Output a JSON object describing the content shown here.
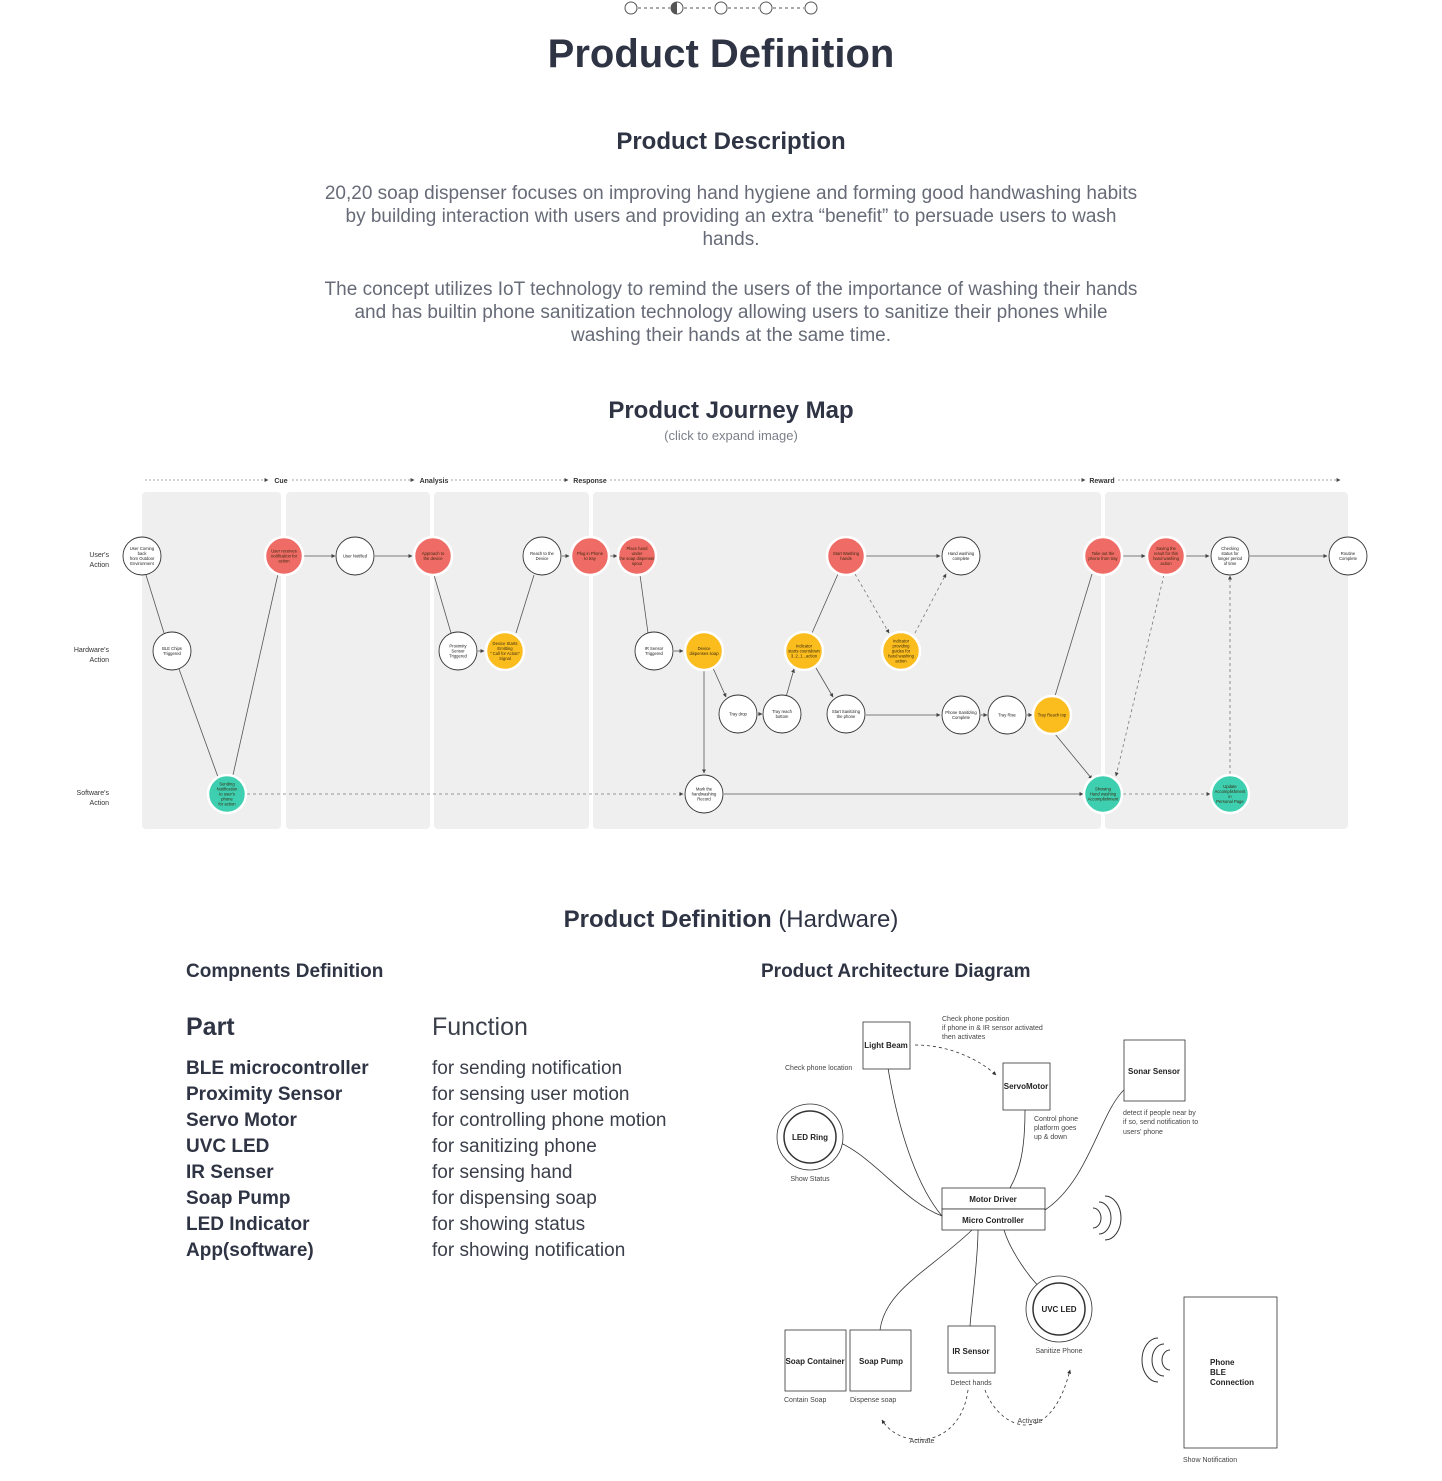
{
  "header": {
    "title": "Product Definition"
  },
  "description": {
    "title": "Product Description",
    "paragraph1": "20,20 soap dispenser focuses on improving hand hygiene and forming good handwashing habits by building interaction with users and providing an extra “benefit” to persuade users to wash hands.",
    "paragraph2": "The concept utilizes IoT technology to remind the users of the importance of washing their hands and has builtin phone sanitization technology allowing users to sanitize their phones while washing their hands at the same time."
  },
  "journey": {
    "title": "Product Journey Map",
    "subtitle": "(click to expand image)",
    "phases": [
      "Cue",
      "Analysis",
      "Response",
      "Reward"
    ],
    "rows": [
      [
        "User's",
        "Action"
      ],
      [
        "Hardware's",
        "Action"
      ],
      [
        "Software's",
        "Action"
      ]
    ],
    "nodes": [
      {
        "id": "n1",
        "lines": [
          "User Coming",
          "back",
          "from Outdoor",
          "Environment"
        ],
        "color": "#ffffff"
      },
      {
        "id": "n2",
        "lines": [
          "BLE Chips",
          "Triggered"
        ],
        "color": "#ffffff"
      },
      {
        "id": "n3",
        "lines": [
          "Sending",
          "Notification",
          "to user's",
          "phone",
          "for action"
        ],
        "color": "#3ecfb0"
      },
      {
        "id": "n4",
        "lines": [
          "User receives",
          "notification for",
          "action"
        ],
        "color": "#ef6b65"
      },
      {
        "id": "n5",
        "lines": [
          "User Notified"
        ],
        "color": "#ffffff"
      },
      {
        "id": "n6",
        "lines": [
          "Approach to",
          "the device"
        ],
        "color": "#ef6b65"
      },
      {
        "id": "n7",
        "lines": [
          "Proximity",
          "Sensor",
          "Triggered"
        ],
        "color": "#ffffff"
      },
      {
        "id": "n8",
        "lines": [
          "Device Starts",
          "Emitting",
          "\" Call for Action\"",
          "Signal"
        ],
        "color": "#fbbd1e"
      },
      {
        "id": "n9",
        "lines": [
          "Reach to the",
          "Device"
        ],
        "color": "#ffffff"
      },
      {
        "id": "n10",
        "lines": [
          "Plug in Phone",
          "to tray"
        ],
        "color": "#ef6b65"
      },
      {
        "id": "n11",
        "lines": [
          "Place hand",
          "under",
          "the soap dispenser",
          "spout"
        ],
        "color": "#ef6b65"
      },
      {
        "id": "n12",
        "lines": [
          "IR Sensor",
          "Triggered"
        ],
        "color": "#ffffff"
      },
      {
        "id": "n13",
        "lines": [
          "Device",
          "dispenses soap"
        ],
        "color": "#fbbd1e"
      },
      {
        "id": "n14",
        "lines": [
          "Tray drop"
        ],
        "color": "#ffffff"
      },
      {
        "id": "n15",
        "lines": [
          "Tray reach",
          "bottom"
        ],
        "color": "#ffffff"
      },
      {
        "id": "n16",
        "lines": [
          "Indicator",
          "starts countdown",
          "3..2..1...action"
        ],
        "color": "#fbbd1e"
      },
      {
        "id": "n17",
        "lines": [
          "Start Sanitizing",
          "the phone"
        ],
        "color": "#ffffff"
      },
      {
        "id": "n18",
        "lines": [
          "Start Washing",
          "hands"
        ],
        "color": "#ef6b65"
      },
      {
        "id": "n19",
        "lines": [
          "Indicator",
          "providing",
          "guides for",
          "hand washing",
          "action"
        ],
        "color": "#fbbd1e"
      },
      {
        "id": "n20",
        "lines": [
          "Hand washing",
          "complete"
        ],
        "color": "#ffffff"
      },
      {
        "id": "n21",
        "lines": [
          "Phone Sanitizing",
          "Complete"
        ],
        "color": "#ffffff"
      },
      {
        "id": "n22",
        "lines": [
          "Tray Rise"
        ],
        "color": "#ffffff"
      },
      {
        "id": "n23",
        "lines": [
          "Tray Reach top"
        ],
        "color": "#fbbd1e"
      },
      {
        "id": "n24",
        "lines": [
          "Mark the",
          "handwashing",
          "Record"
        ],
        "color": "#ffffff"
      },
      {
        "id": "n25",
        "lines": [
          "Take out the",
          "phone from tray"
        ],
        "color": "#ef6b65"
      },
      {
        "id": "n26",
        "lines": [
          "Showing",
          "Hand washing",
          "Accomplishment"
        ],
        "color": "#3ecfb0"
      },
      {
        "id": "n27",
        "lines": [
          "Saving the",
          "result for this",
          "hand washing",
          "action"
        ],
        "color": "#ef6b65"
      },
      {
        "id": "n28",
        "lines": [
          "Update",
          "Accomplishment",
          "in",
          "Personal Page"
        ],
        "color": "#3ecfb0"
      },
      {
        "id": "n29",
        "lines": [
          "Checking",
          "status for",
          "longer period",
          "of time"
        ],
        "color": "#ffffff"
      },
      {
        "id": "n30",
        "lines": [
          "Routine",
          "Complete"
        ],
        "color": "#ffffff"
      }
    ]
  },
  "hardware": {
    "title_bold": "Product Definition",
    "title_normal": "(Hardware)",
    "components_title": "Compnents Definition",
    "architecture_title": "Product Architecture Diagram",
    "part_header": "Part",
    "function_header": "Function",
    "components": [
      {
        "part": "BLE microcontroller",
        "function": "for sending notification"
      },
      {
        "part": "Proximity Sensor",
        "function": "for sensing user motion"
      },
      {
        "part": "Servo Motor",
        "function": "for controlling phone motion"
      },
      {
        "part": "UVC LED",
        "function": "for sanitizing phone"
      },
      {
        "part": "IR Senser",
        "function": "for sensing hand"
      },
      {
        "part": "Soap Pump",
        "function": "for dispensing soap"
      },
      {
        "part": "LED Indicator",
        "function": "for showing status"
      },
      {
        "part": "App(software)",
        "function": "for showing notification"
      }
    ]
  },
  "architecture": {
    "light_beam": "Light Beam",
    "light_beam_note": "Check phone location",
    "servo_note": [
      "Check phone position",
      "if phone in & IR sensor activated",
      "then activates"
    ],
    "servo": "ServoMotor",
    "servo_caption": [
      "Control phone",
      "platform goes",
      "up & down"
    ],
    "sonar": "Sonar Sensor",
    "sonar_caption": [
      "detect if people near by",
      "if so, send notification to",
      "users' phone"
    ],
    "led_ring": "LED Ring",
    "led_ring_caption": "Show Status",
    "motor_driver": "Motor Driver",
    "micro_controller": "Micro Controller",
    "uvc_led": "UVC LED",
    "uvc_caption": "Sanitize Phone",
    "soap_container": "Soap Container",
    "soap_container_caption": "Contain Soap",
    "soap_pump": "Soap Pump",
    "soap_pump_caption": "Dispense soap",
    "ir_sensor": "IR Sensor",
    "ir_caption": "Detect hands",
    "activate1": "Activate",
    "activate2": "Activate",
    "phone": [
      "Phone",
      "BLE",
      "Connection"
    ],
    "phone_caption": "Show Notification"
  }
}
